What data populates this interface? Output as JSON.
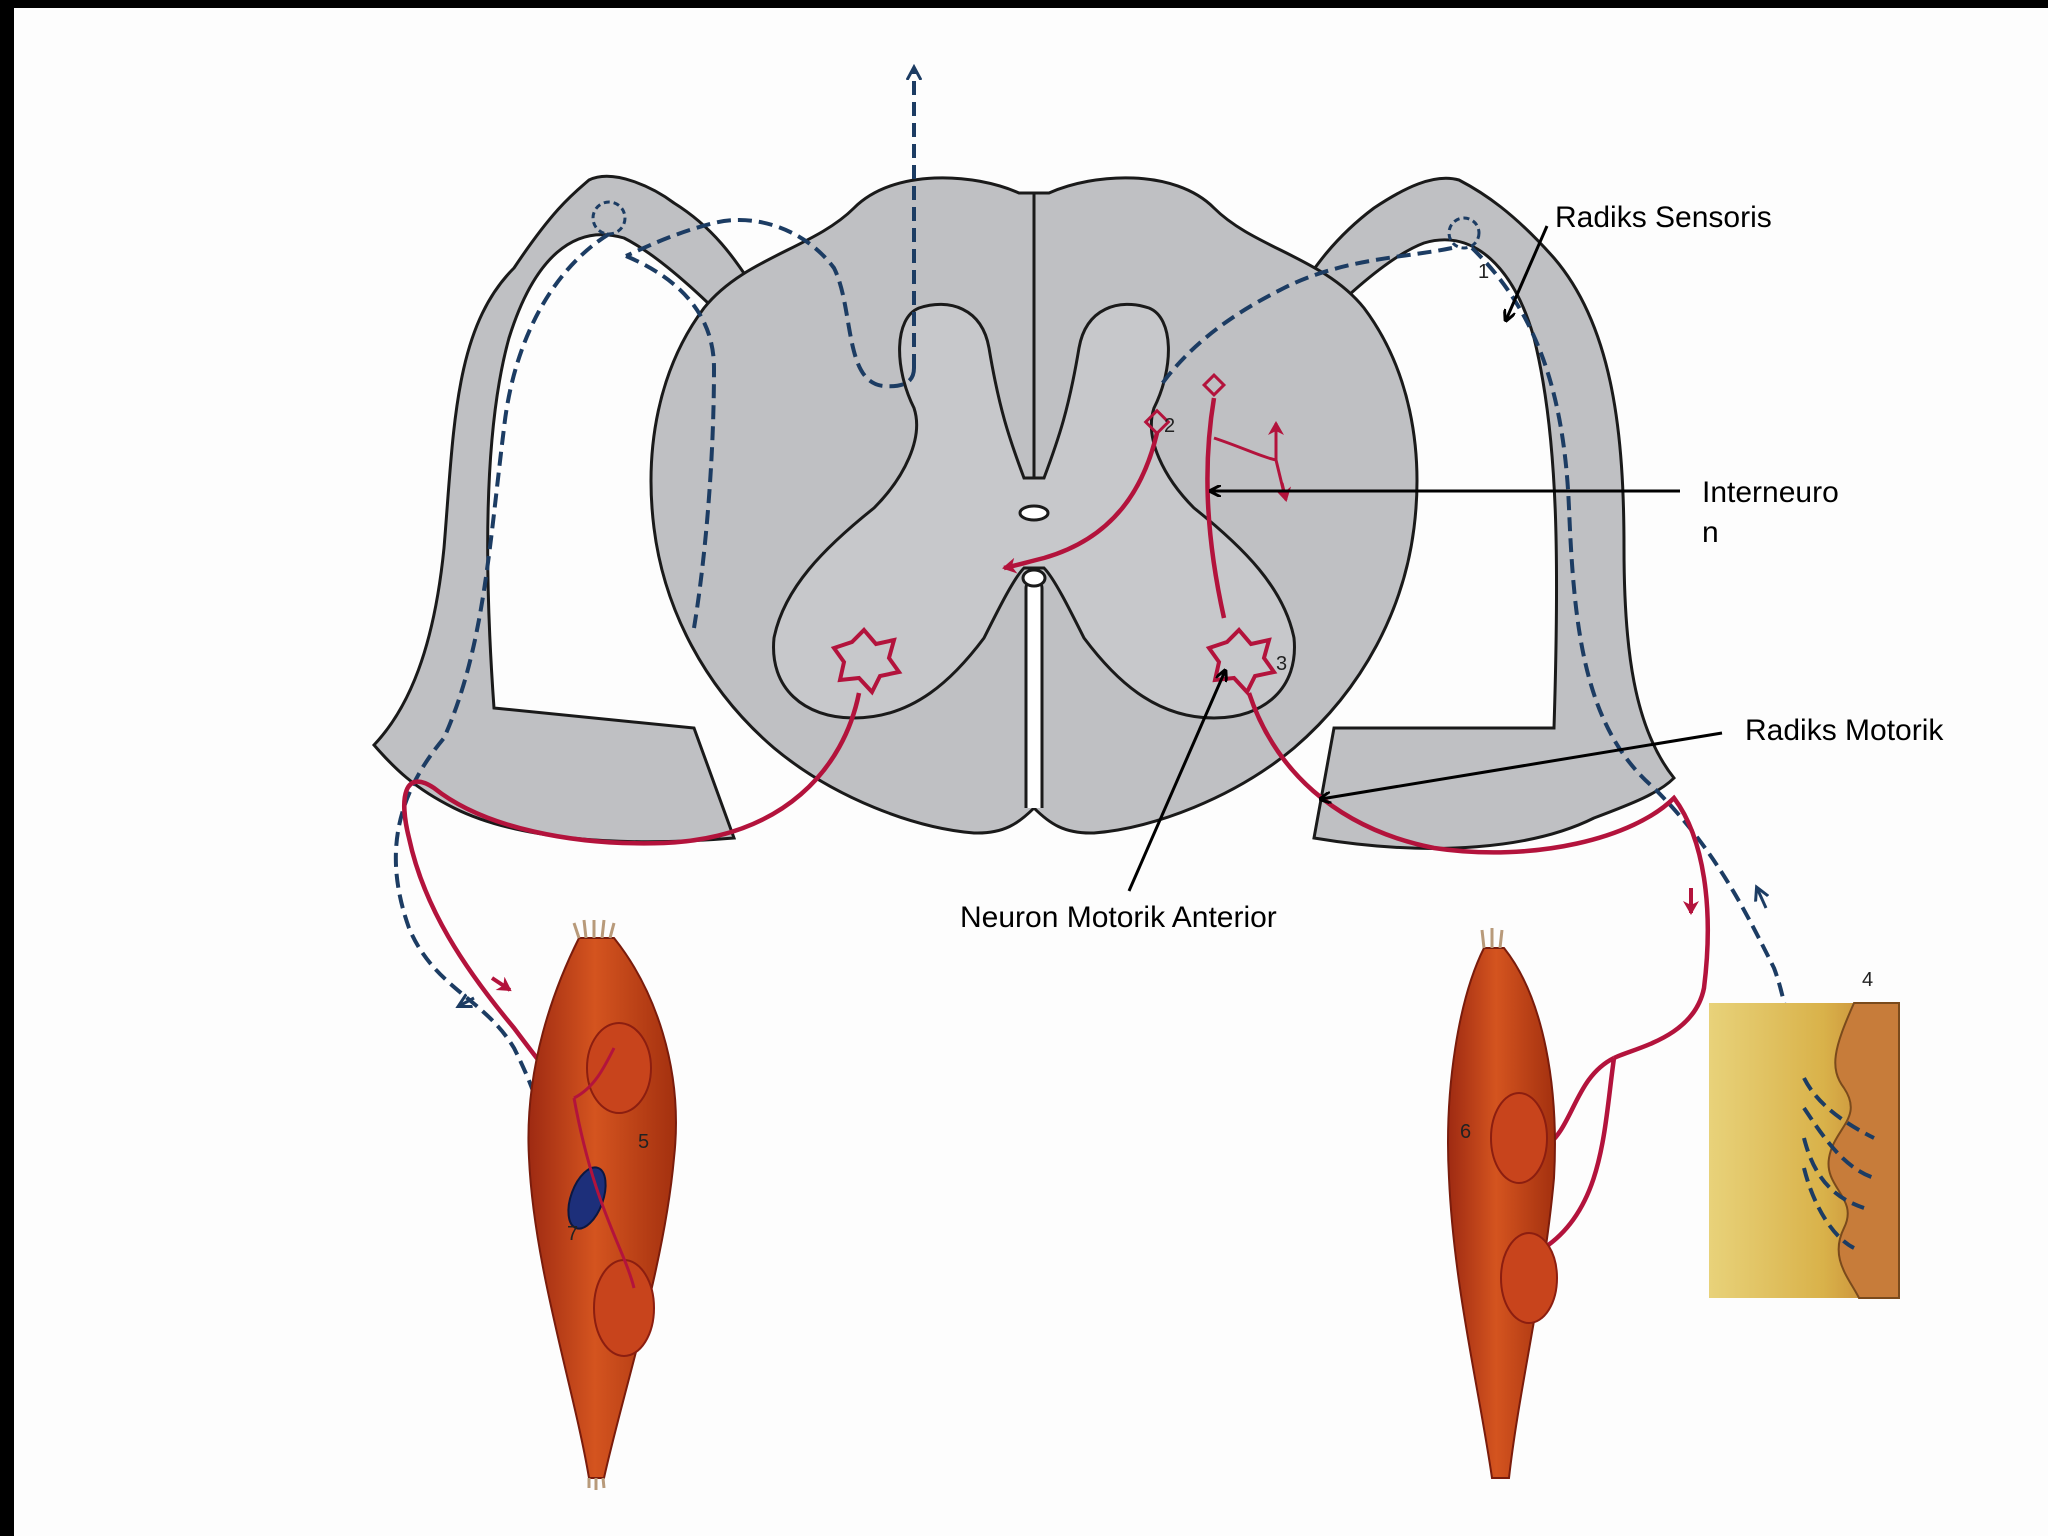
{
  "labels": {
    "radiks_sensoris": "Radiks Sensoris",
    "interneuron": "Interneuro\nn",
    "radiks_motorik": "Radiks Motorik",
    "neuron_motorik_anterior": "Neuron Motorik Anterior"
  },
  "numbers": {
    "n1": "1",
    "n2": "2",
    "n3": "3",
    "n4": "4",
    "n5": "5",
    "n6": "6",
    "n7": "7"
  },
  "colors": {
    "sensory_path": "#1c3c63",
    "motor_path": "#b3133c",
    "spinal_cord": "#bfc0c3",
    "muscle": "#c8441c",
    "skin": "#e2c160",
    "background": "#fdfdfd",
    "frame": "#000000"
  }
}
